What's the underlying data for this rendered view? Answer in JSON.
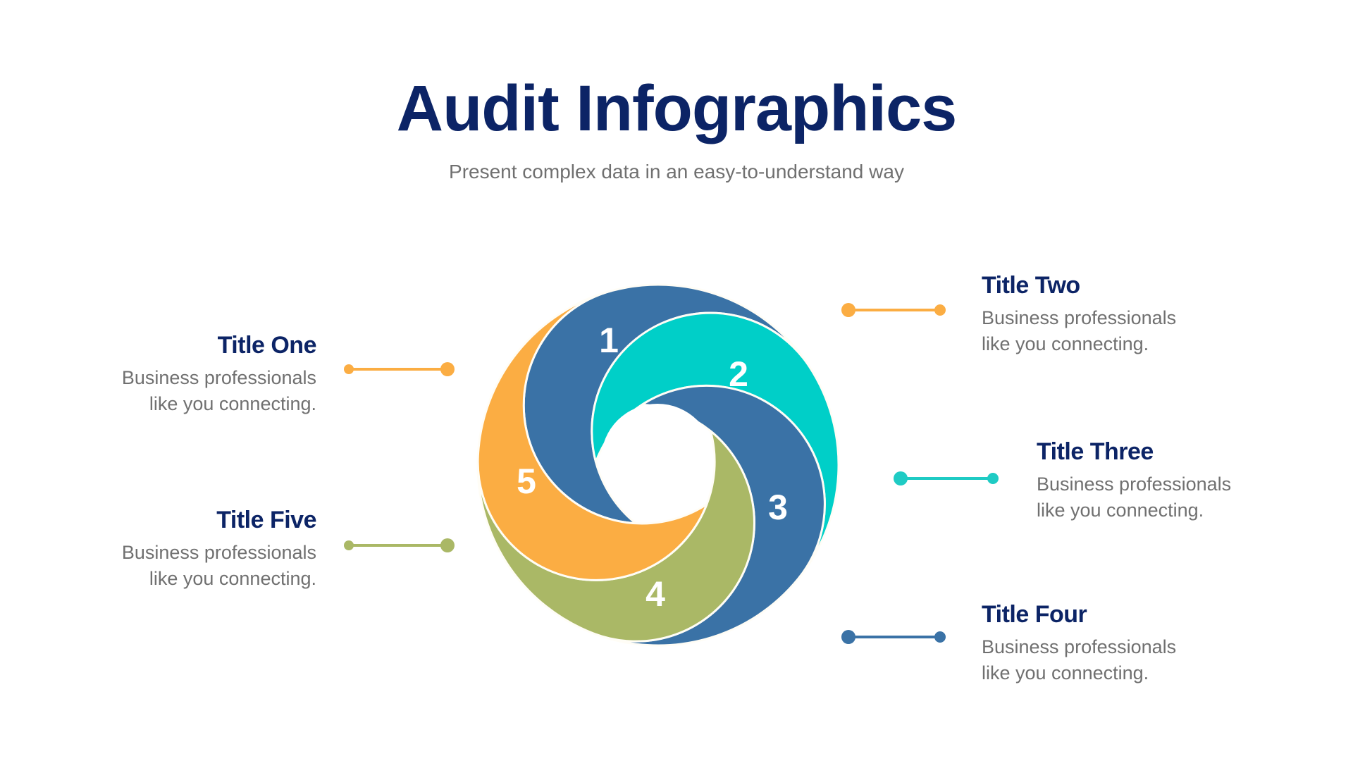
{
  "header": {
    "title": "Audit Infographics",
    "subtitle": "Present complex data in an easy-to-understand way"
  },
  "colors": {
    "title": "#0c2466",
    "body_text": "#707070",
    "blue": "#3a72a6",
    "teal": "#00cfc8",
    "orange": "#fbad43",
    "green": "#aab866",
    "separator": "#fffdf6"
  },
  "segments": [
    {
      "number": "1",
      "color": "#3a72a6"
    },
    {
      "number": "2",
      "color": "#00cfc8"
    },
    {
      "number": "3",
      "color": "#3a72a6"
    },
    {
      "number": "4",
      "color": "#aab866"
    },
    {
      "number": "5",
      "color": "#fbad43"
    }
  ],
  "items": [
    {
      "title": "Title One",
      "body_line1": "Business professionals",
      "body_line2": "like you connecting.",
      "accent": "#fbad43"
    },
    {
      "title": "Title Two",
      "body_line1": "Business professionals",
      "body_line2": "like you connecting.",
      "accent": "#fbad43"
    },
    {
      "title": "Title Three",
      "body_line1": "Business professionals",
      "body_line2": "like you connecting.",
      "accent": "#1fcbc4"
    },
    {
      "title": "Title Four",
      "body_line1": "Business professionals",
      "body_line2": "like you connecting.",
      "accent": "#3a72a6"
    },
    {
      "title": "Title Five",
      "body_line1": "Business professionals",
      "body_line2": "like you connecting.",
      "accent": "#aab866"
    }
  ]
}
